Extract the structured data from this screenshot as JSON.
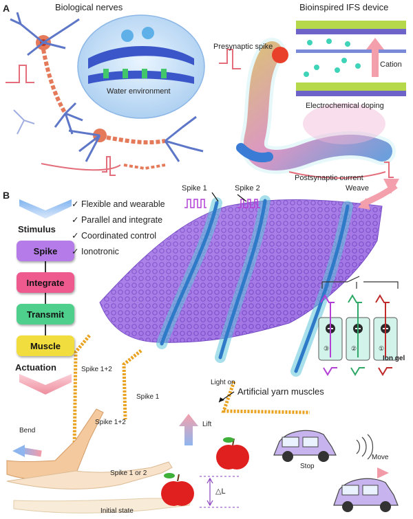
{
  "panel_a": {
    "letter": "A",
    "left_title": "Biological nerves",
    "right_title": "Bioinspired IFS device",
    "water_label": "Water environment",
    "presynaptic_label": "Presynaptic spike",
    "cation_label": "Cation",
    "doping_label": "Electrochemical doping",
    "postsynaptic_label": "Postsynaptic current"
  },
  "panel_b": {
    "letter": "B",
    "stimulus": "Stimulus",
    "actuation": "Actuation",
    "flow": [
      {
        "label": "Spike",
        "color": "#b57be8"
      },
      {
        "label": "Integrate",
        "color": "#ef5a8e"
      },
      {
        "label": "Transmit",
        "color": "#4fcf8c"
      },
      {
        "label": "Muscle",
        "color": "#f2dd3e"
      }
    ],
    "features": [
      "Flexible and wearable",
      "Parallel and integrate",
      "Coordinated control",
      "Ionotronic"
    ],
    "check_mark": "✓",
    "spike1": "Spike 1",
    "spike2": "Spike 2",
    "weave": "Weave",
    "ion_gel": "Ion gel",
    "channel_numbers": [
      "③",
      "②",
      "①"
    ],
    "yarn_spike12": "Spike 1+2",
    "yarn_spike1": "Spike 1",
    "light_on": "Light on",
    "artificial_muscles": "Artificial yarn muscles"
  },
  "bottom": {
    "bend": "Bend",
    "spike12": "Spike 1+2",
    "spike1or2": "Spike 1 or 2",
    "initial_state": "Initial state",
    "lift": "Lift",
    "delta_l": "△L",
    "stop": "Stop",
    "move": "Move"
  },
  "colors": {
    "fabric": "#9b6fe0",
    "yarn": "#e9a21f",
    "neuron": "#5d76c8",
    "apple": "#e0201f",
    "car": "#c7b4ee",
    "arrow": "#e36d7a"
  }
}
